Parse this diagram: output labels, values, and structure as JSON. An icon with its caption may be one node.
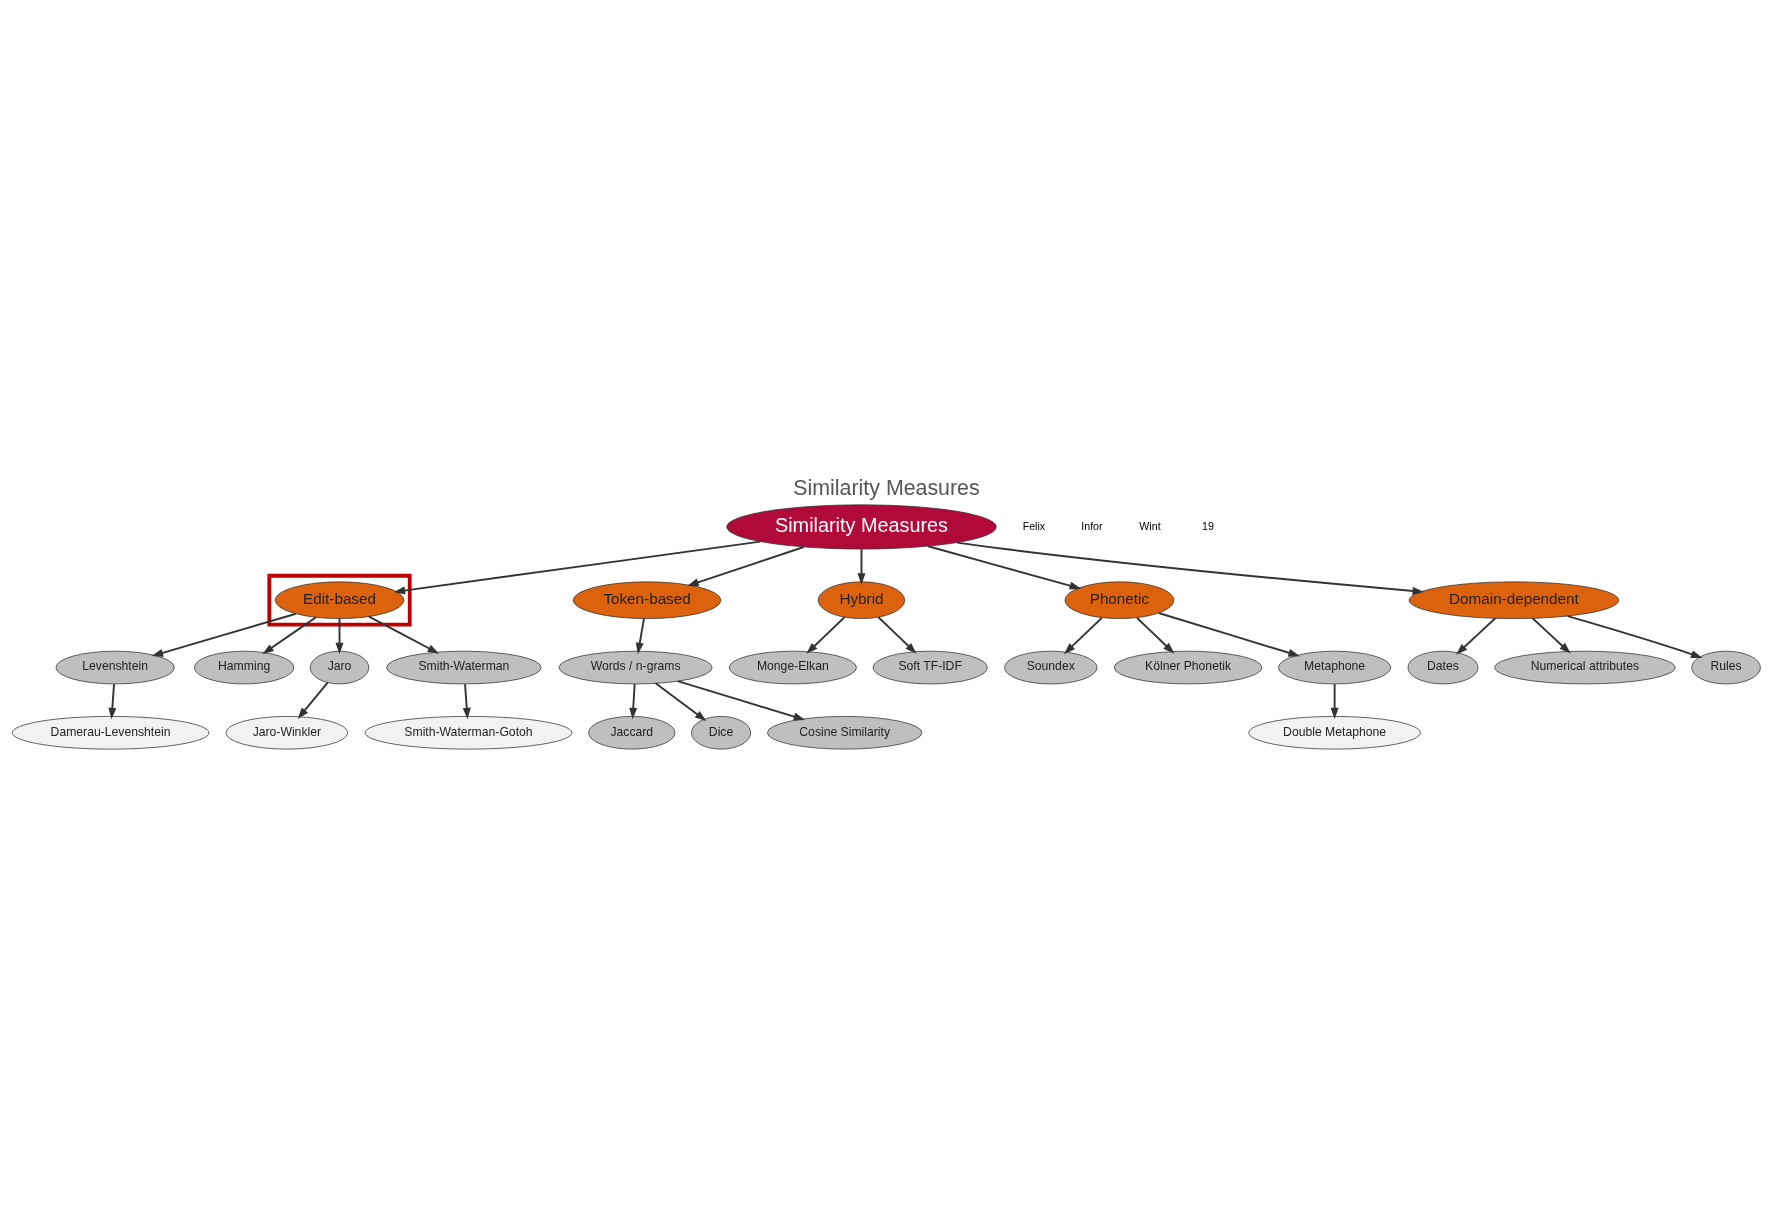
{
  "diagram": {
    "title": "Similarity Measures",
    "nodes": [
      {
        "text": [
          "Similarity Measures"
        ]
      },
      {
        "text": [],
        "shape": "box"
      },
      {
        "text": [
          "Edit-based"
        ],
        "in": 1
      },
      {
        "text": [
          "Token-based"
        ]
      },
      {
        "text": [
          "Hybrid"
        ]
      },
      {
        "text": [
          "Phonetic"
        ]
      },
      {
        "text": [
          "Domain-dependent"
        ]
      },
      {
        "text": [
          "Levenshtein"
        ]
      },
      {
        "text": [
          "Damerau-Levenshtein"
        ]
      },
      {
        "text": [
          "Hamming"
        ]
      },
      {
        "text": [
          "Jaro"
        ]
      },
      {
        "text": [
          "Jaro-Winkler"
        ]
      },
      {
        "text": [
          "Smith-Waterman"
        ]
      },
      {
        "text": [
          "Smith-Waterman-Gotoh"
        ]
      },
      {
        "text": [
          "Words / n-grams"
        ]
      },
      {
        "text": [
          "Jaccard"
        ]
      },
      {
        "text": [
          "Dice"
        ]
      },
      {
        "text": [
          "Cosine Similarity"
        ]
      },
      {
        "text": [
          "Monge-Elkan"
        ]
      },
      {
        "text": [
          "Soft TF-IDF"
        ]
      },
      {
        "text": [
          "Soundex"
        ]
      },
      {
        "text": [
          "Kölner Phonetik"
        ]
      },
      {
        "text": [
          "Metaphone"
        ]
      },
      {
        "text": [
          "Double Metaphone"
        ]
      },
      {
        "text": [
          "Dates"
        ]
      },
      {
        "text": [
          "Numerical attributes"
        ]
      },
      {
        "text": [
          "Rules"
        ]
      }
    ],
    "edges": [
      {
        "from": 0,
        "to": 2,
        "arrow": "to"
      },
      {
        "from": 0,
        "to": 3,
        "arrow": "to"
      },
      {
        "from": 0,
        "to": 4,
        "arrow": "to"
      },
      {
        "from": 0,
        "to": 5,
        "arrow": "to"
      },
      {
        "from": 0,
        "to": 6,
        "arrow": "to"
      },
      {
        "from": 2,
        "to": 7,
        "arrow": "to"
      },
      {
        "from": 7,
        "to": 8,
        "arrow": "to"
      },
      {
        "from": 2,
        "to": 9,
        "arrow": "to"
      },
      {
        "from": 2,
        "to": 10,
        "arrow": "to"
      },
      {
        "from": 10,
        "to": 11,
        "arrow": "to"
      },
      {
        "from": 2,
        "to": 12,
        "arrow": "to"
      },
      {
        "from": 12,
        "to": 13,
        "arrow": "to"
      },
      {
        "from": 3,
        "to": 14,
        "arrow": "to"
      },
      {
        "from": 14,
        "to": 15,
        "arrow": "to"
      },
      {
        "from": 14,
        "to": 16,
        "arrow": "to"
      },
      {
        "from": 14,
        "to": 17,
        "arrow": "to"
      },
      {
        "from": 4,
        "to": 18,
        "arrow": "to"
      },
      {
        "from": 4,
        "to": 19,
        "arrow": "to"
      },
      {
        "from": 5,
        "to": 20,
        "arrow": "to"
      },
      {
        "from": 5,
        "to": 21,
        "arrow": "to"
      },
      {
        "from": 5,
        "to": 22,
        "arrow": "to"
      },
      {
        "from": 22,
        "to": 23,
        "arrow": "to"
      },
      {
        "from": 6,
        "to": 24,
        "arrow": "to"
      },
      {
        "from": 6,
        "to": 25,
        "arrow": "to"
      },
      {
        "from": 6,
        "to": 26,
        "arrow": "to"
      }
    ],
    "labels": [
      "Felix",
      "Infor",
      "Wint",
      "19"
    ]
  }
}
